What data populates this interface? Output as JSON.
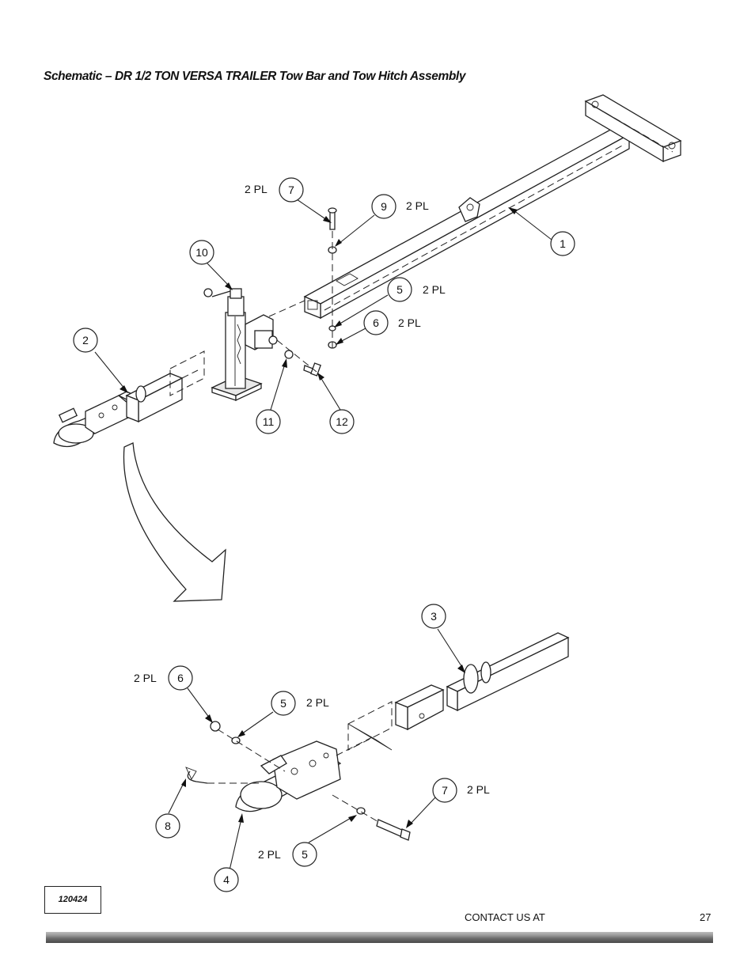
{
  "title": "Schematic – DR 1/2 TON VERSA TRAILER Tow Bar and Tow Hitch Assembly",
  "callouts": [
    "1",
    "2",
    "3",
    "4",
    "5",
    "6",
    "7",
    "8",
    "9",
    "10",
    "11",
    "12"
  ],
  "quantity_label": "2 PL",
  "doc_number": "120424",
  "footer": {
    "contact": "CONTACT US AT",
    "page": "27"
  }
}
